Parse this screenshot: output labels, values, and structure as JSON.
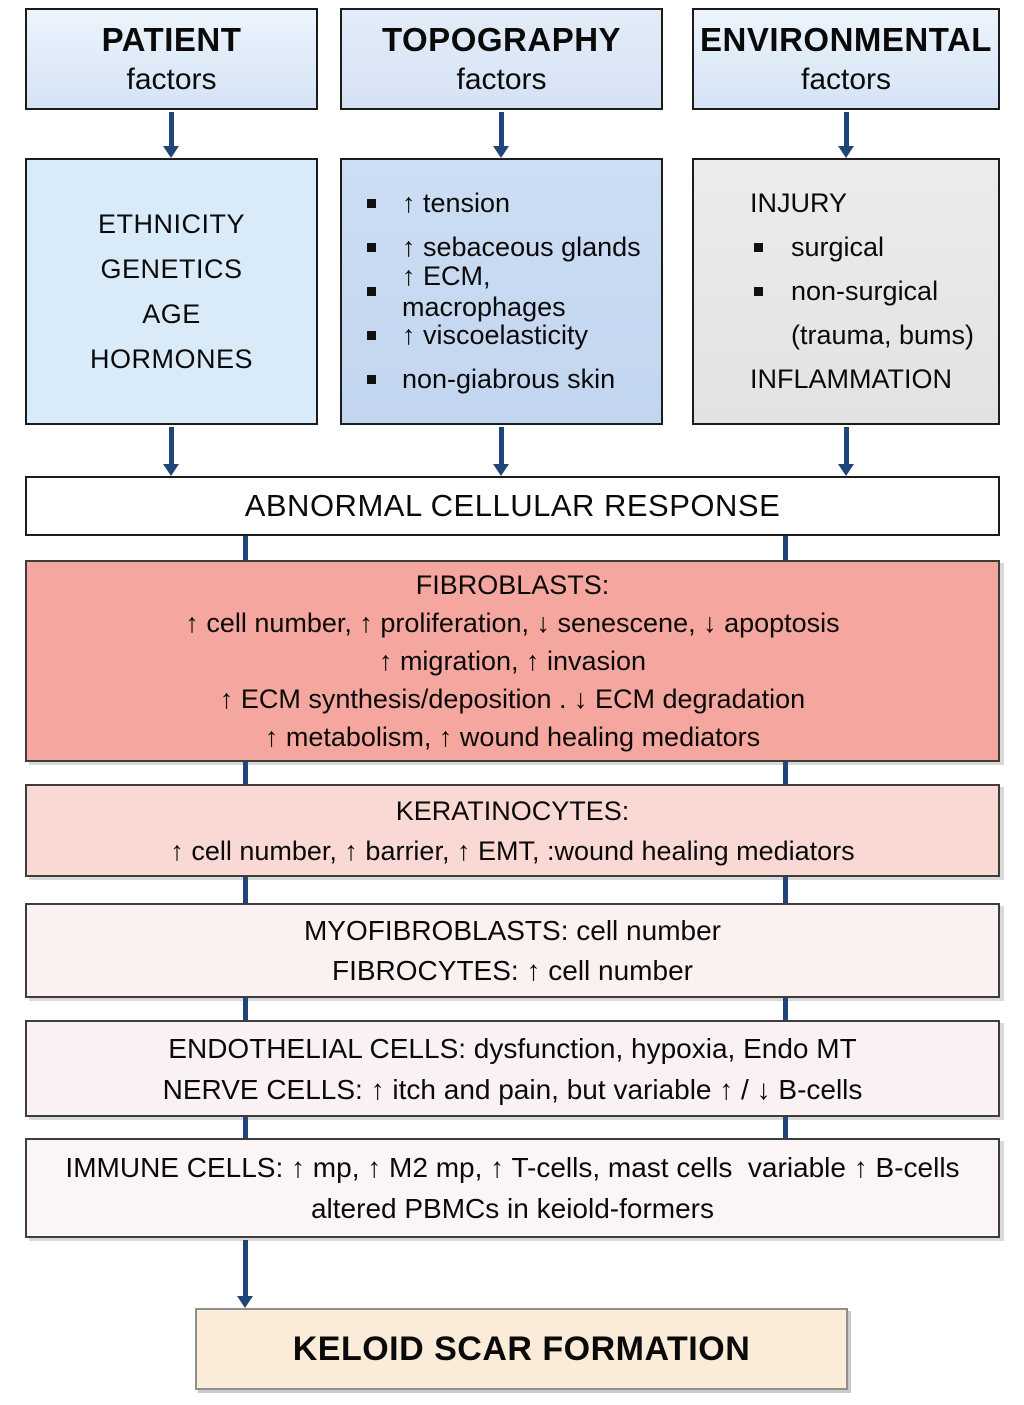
{
  "top_row": {
    "patient": {
      "title": "PATIENT",
      "subtitle": "factors"
    },
    "topography": {
      "title": "TOPOGRAPHY",
      "subtitle": "factors"
    },
    "environmental": {
      "title": "ENVIRONMENTAL",
      "subtitle": "factors"
    }
  },
  "patient_detail": {
    "lines": [
      "ETHNICITY",
      "GENETICS",
      "AGE",
      "HORMONES"
    ]
  },
  "topography_detail": {
    "items": [
      "↑ tension",
      "↑ sebaceous glands",
      "↑ ECM, macrophages",
      "↑ viscoelasticity",
      "non-giabrous skin"
    ]
  },
  "environmental_detail": {
    "heading": "INJURY",
    "items": [
      "surgical",
      "non-surgical"
    ],
    "continuation": "(trauma, bums)",
    "footer": "INFLAMMATION"
  },
  "abnormal_response": {
    "label": "ABNORMAL CELLULAR RESPONSE"
  },
  "fibroblasts": {
    "title": "FIBROBLASTS:",
    "lines": [
      "↑ cell number, ↑ proliferation, ↓ senescene, ↓ apoptosis",
      "↑ migration, ↑ invasion",
      "↑ ECM synthesis/deposition . ↓ ECM degradation",
      "↑ metabolism, ↑ wound healing mediators"
    ]
  },
  "keratinocytes": {
    "title": "KERATINOCYTES:",
    "lines": [
      "↑ cell number, ↑ barrier, ↑ EMT, :wound healing mediators"
    ]
  },
  "myofibroblasts": {
    "lines": [
      "MYOFIBROBLASTS: cell number",
      "FIBROCYTES: ↑ cell number"
    ]
  },
  "endothelial": {
    "lines": [
      "ENDOTHELIAL CELLS: dysfunction, hypoxia, Endo MT",
      "NERVE CELLS: ↑ itch and pain, but variable ↑ / ↓ B-cells"
    ]
  },
  "immune": {
    "lines": [
      "IMMUNE CELLS: ↑ mp, ↑ M2 mp, ↑ T-cells, mast cells  variable ↑ B-cells",
      "altered PBMCs in keiold-formers"
    ]
  },
  "outcome": {
    "label": "KELOID SCAR FORMATION"
  },
  "colors": {
    "arrow": "#1F4579",
    "title_box_fill": "#E3EEFA",
    "patient_detail_fill": "#D9EAF9",
    "topography_detail_fill": "#C7DAF2",
    "environmental_detail_fill": "#E7E7E5",
    "abnormal_fill": "#FFFFFF",
    "fibroblasts_fill": "#F5A69E",
    "keratinocytes_fill": "#FAD8D4",
    "pale_pink_fill": "#FBF1F1",
    "keloid_fill": "#FAECD9"
  }
}
